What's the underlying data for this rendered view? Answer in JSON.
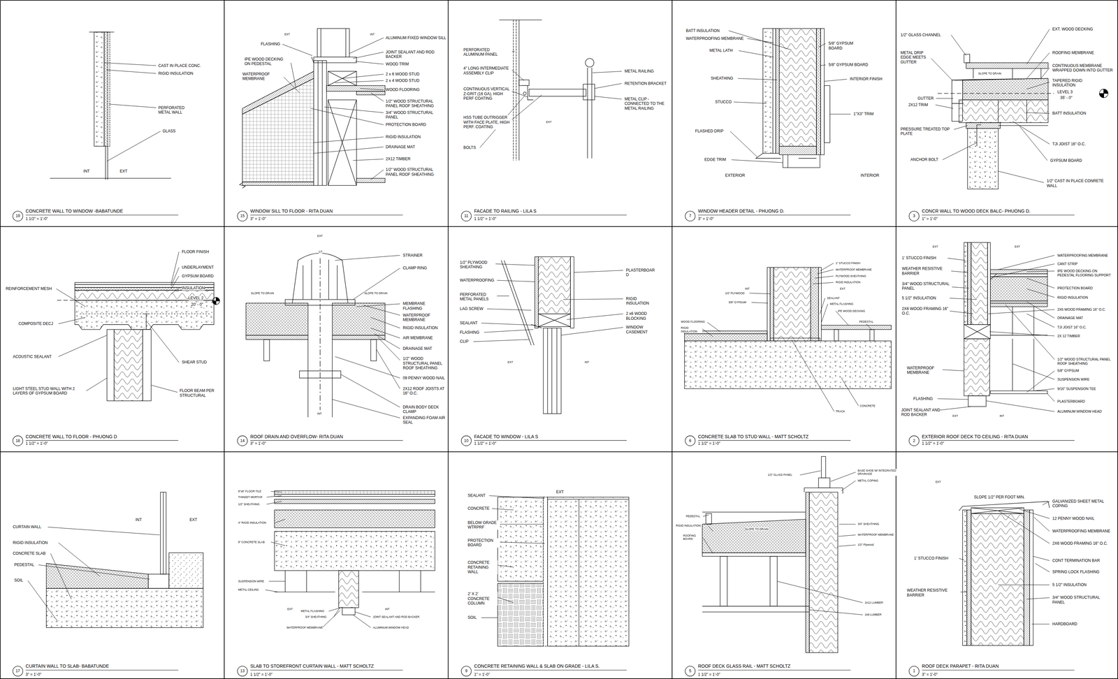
{
  "diagram": {
    "nodes": [
      {
        "text": [
          "19",
          "CONCRETE WALL TO WINDOW -BABATUNDE",
          "1 1/2\" = 1'-0\""
        ]
      },
      {
        "text": [
          "15",
          "WINDOW SILL TO FLOOR - RITA DUAN",
          "3\" = 1'-0\""
        ]
      },
      {
        "text": [
          "11",
          "FACADE TO RAILING - LILA S",
          "1 1/2\" = 1'-0\""
        ]
      },
      {
        "text": [
          "7",
          "WINDOW HEADER DETAIL - PHUONG D.",
          "3\" = 1'-0\""
        ]
      },
      {
        "text": [
          "3",
          "CONCR WALL TO WOOD DECK BALC- PHUONG D.",
          "1\" = 1'-0\""
        ]
      },
      {
        "text": [
          "18",
          "CONCRETE WALL TO FLOOR - PHUONG D",
          "1 1/2\" = 1'-0\""
        ]
      },
      {
        "text": [
          "14",
          "ROOF DRAIN AND OVERFLOW- RITA DUAN",
          "3\" = 1'-0\""
        ]
      },
      {
        "text": [
          "10",
          "FACADE TO WINDOW - LILA S",
          "1 1/2\" = 1'-0\""
        ]
      },
      {
        "text": [
          "6",
          "CONCRETE SLAB TO STUD WALL - MATT SCHOLTZ",
          "1 1/2\" = 1'-0\""
        ]
      },
      {
        "text": [
          "2",
          "EXTERIOR ROOF DECK TO CEILING - RITA DUAN",
          "1 1/2\" = 1'-0\""
        ]
      },
      {
        "text": [
          "17",
          "CURTAIN WALL TO SLAB- BABATUNDE",
          "3\" = 1'-0\""
        ]
      },
      {
        "text": [
          "13",
          "SLAB TO STOREFRONT CURTAIN WALL - MATT SCHOLTZ",
          "1 1/2\" = 1'-0\""
        ]
      },
      {
        "text": [
          "9",
          "CONCRETE RETAINING WALL & SLAB ON GRADE - LILA S.",
          "1\" = 1'-0\""
        ]
      },
      {
        "text": [
          "5",
          "ROOF DECK GLASS RAIL - MATT SCHOLTZ",
          "1 1/2\" = 1'-0\""
        ]
      },
      {
        "text": [
          "1",
          "ROOF DECK PARAPET - RITA DUAN",
          "3\" = 1'-0\""
        ]
      }
    ],
    "labels": [
      "CAST IN PLACE CONC.",
      "RIGID INSULATION",
      "PERFORATED METAL WALL",
      "GLASS",
      "INT",
      "EXT",
      "EXT",
      "INT",
      "FLASHING",
      "IPE WOOD DECKING ON PEDESTAL",
      "WATERPROOF MEMBRANE",
      "ALUMINUM FIXED WINDOW SILL",
      "JOINT SEALANT AND ROD BACKER",
      "WOOD TRIM",
      "2 x 6 WOOD STUD",
      "2 x 4 WOOD STUD",
      "WOOD FLOORING",
      "1/2\" WOOD STRUCTURAL PANEL ROOF SHEATHING",
      "3/4\" WOOD STRUCTURAL PANEL",
      "PROTECTION BOARD",
      "RIGID INSULATION",
      "DRAINAGE MAT",
      "2X12 TIMBER",
      "1/2\" WOOD STRUCTURAL PANEL ROOF SHEATHING",
      "PERFORATED ALUMINUM PANEL",
      "4\" LONG INTERMEDIATE ASSEMBLY CLIP",
      "CONTINUOUS VERTICAL Z-GRIT (16 GA), HIGH PERF COATING",
      "HSS TUBE OUTRIGGER WITH FACE PLATE, HIGH PERF. COATING",
      "BOLTS",
      "METAL RAILING",
      "RETENTION BRACKET",
      "METAL CLIP - CONNECTED TO THE METAL RAILING",
      "EXT",
      "BATT INSULATION",
      "WATERPROOFING MEMBRANE",
      "METAL LATH",
      "SHEATHING",
      "STUCCO",
      "FLASHED DRIP",
      "EDGE TRIM",
      "EXTERIOR",
      "5/8\" GYPSUM BOARD",
      "5/8\" GYPSUM BOARD",
      "INTERIOR FINISH",
      "1\"X3\" TRIM",
      "INTERIOR",
      "1/2\" GLASS CHANNEL",
      "METAL DRIP EDGE MEETS GUTTER",
      "GUTTER",
      "2X12 TRIM",
      "PRESSURE TREATED TOP PLATE",
      "ANCHOR BOLT",
      "EXT. WOOD DECKING",
      "ROOFING MEMBRANE",
      "CONTINUOUS MEMBRANE WRAPPED DOWN INTO GUTTER",
      "TAPERED RIGID INSULATION",
      "LEVEL 3",
      "35' - 0\"",
      "BATT INSULATION",
      "TJI JOIST 16\" O.C.",
      "GYPSUM BOARD",
      "1/2\" CAST IN PLACE CONRETE WALL",
      "SLOPE TO DRAIN",
      "FLOOR FINISH",
      "UNDERLAYMENT",
      "GYPSUM BOARD",
      "INSULATION",
      "LEVEL 2",
      "20' - 0\"",
      "REINFORCEMENT MESH",
      "COMPOSITE DECJ",
      "ACOUSTIC SEALANT",
      "SHEAR STUD",
      "LIGHT STEEL STUD WALL WITH 2 LAYERS OF GYPSUM BOARD",
      "FLOOR BEAM PER STRUCTURAL",
      "EXT",
      "CT",
      "STRAINER",
      "CLAMP RING",
      "SLOPE TO DRAIN",
      "SLOPE TO DRAIN",
      "MEMBRANE FLASHING",
      "WATERPROOF MEMBRANE",
      "RIGID INSULATION",
      "AIR MEMBRANE",
      "DRAINAGE MAT",
      "1/2\" WOOD STRUCTURAL PANEL ROOF SHEATHING",
      "09 PENNY WOOD NAIL",
      "2X12 ROOF JOISTS AT 16\" O.C.",
      "DRAIN BODY DECK CLAMP",
      "EXPANDING FOAM AIR SEAL",
      "INT",
      "1/2\" PLYWOOD SHEATHING",
      "WATERPROOFING",
      "PERFORATED METAL PANELS",
      "LAG SCREW",
      "SEALANT",
      "FLASHING",
      "CLIP",
      "PLASTERBOAR D",
      "RIGID INSULATION",
      "2 x6 WOOD BLOCKING",
      "WINDOW CASEMENT",
      "EXT",
      "INT",
      "1\" STUCCO FINISH",
      "WATERPROOF MEMBRANE",
      "PLYWOOD SHEATHING",
      "RIGID INSULATION",
      "EXT",
      "INT",
      "1/2\" PLYWOOD",
      "5/8\" GYPSUM",
      "SEALANT",
      "METAL FLASHING",
      "IPE WOOD DECKING",
      "PEDESTAL",
      "WOOD FLOORING",
      "RIGID INSULATION",
      "CONCRETE",
      "TRACK",
      "EXT",
      "EXT",
      "1' STUCCO FINISH",
      "WEATHER RESISTIVE BARRIER",
      "3/4\" WOOD STRUCTURAL PANEL",
      "5 1/2\" INSULATION",
      "2X6 WOOD FRAMING 16\" O.C.",
      "WATERPROOF MEMBRANE",
      "FLASHING",
      "JOINT SEALANT AND ROD BACKER",
      "EXT",
      "INT",
      "WATERPROOFING MEMBRANE",
      "CANT STRIP",
      "IPE WOOD DECKING ON PEDESTAL FLOORING SUPPORT",
      "PROTECTION BOARD",
      "RIGID INSULATION",
      "2X6 WOOD FRAMING 16\" O.C.",
      "DRAINAGE MAT",
      "TJI JOIST 16\" O.C.",
      "2X 12 TIMBER",
      "1/2\" WOOD STRUCTURAL PANEL ROOF SHEATHING",
      "5/8\" GYPSUM",
      "SUSPENSION WIRE",
      "9/16\" SUSPENSION TEE",
      "PLASTERBOARD",
      "ALUMINUM WINDOW HEAD",
      "INT",
      "EXT",
      "CURTAIN WALL",
      "RIGID INSULATION",
      "CONCRETE SLAB",
      "PEDESTAL",
      "SOIL",
      "8\"x8\" FLOOR TILE",
      "THINSET MORTAR",
      "1/2\" SHEATHING",
      "4\" RIGID INSULATION",
      "8\" CONCRETE SLAB",
      "SUSPENSION WIRE",
      "METAL CEILING",
      "EXT",
      "INT",
      "METAL FLASHING",
      "3/4\" SHEATHING",
      "WATERPROOF MEMBRANE",
      "JOINT SEALANT AND ROD BACKER",
      "ALUMINUM WINDOW HEAD",
      "EXT",
      "SEALANT",
      "CONCRETE",
      "BELOW GRADE WTRPRF",
      "PROTECTION BOARD",
      "CONCRETE RETAINING WALL",
      "2' X 2' CONCRETE COLUMN",
      "SOIL",
      "1/2\" GLASS PANEL",
      "BASE SHOE W/ INTEGRATED DRAINAGE",
      "METAL COPING",
      "PEDESTAL",
      "RIGID INSULATION",
      "ROOFING BOARD",
      "SLOPE TO DRAIN",
      "3/4\" SHEATHING",
      "WATERPROOF MEMBRANE",
      "1/2\" Plywood",
      "2x12 LUMBER",
      "2x8 LUMBER",
      "EXT",
      "SLOPE 1/2\" PER FOOT MIN.",
      "GALVANIZED SHEET METAL COPING",
      "12 PENNY WOOD NAIL",
      "WATERPROOFING MEMBRANE",
      "2X6 WOOD FRAMING 16\" O.C.",
      "CONT TERMINATION BAR",
      "SPRING LOCK FLASHING",
      "5 1/2\" INSULATION",
      "3/4\" WOOD STRUCTURAL PANEL",
      "HARDBOARD",
      "1' STUCCO FINISH",
      "WEATHER RESISTIVE BARRIER"
    ]
  }
}
